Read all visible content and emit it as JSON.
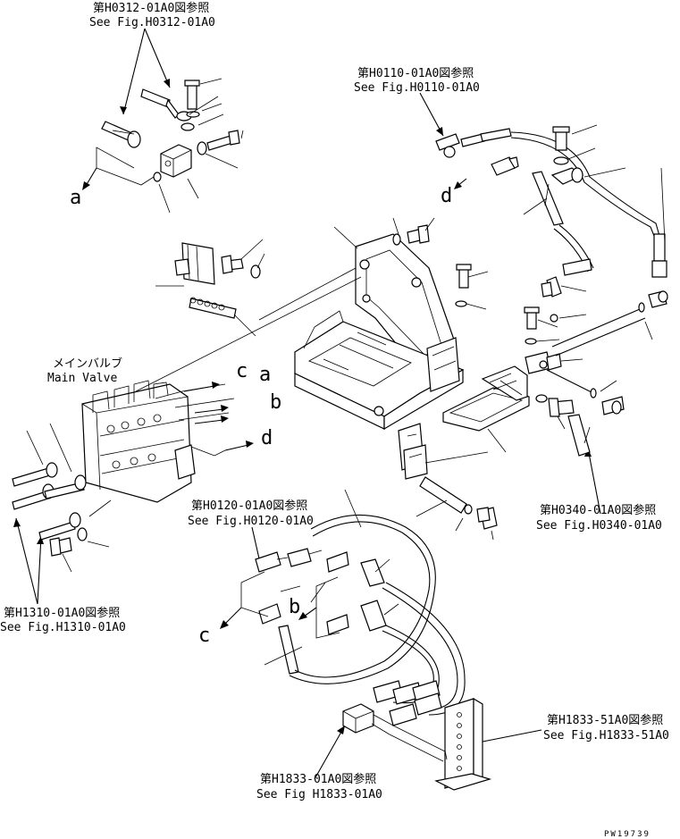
{
  "refs": {
    "h0312": {
      "jp": "第H0312-01A0図参照",
      "en": "See Fig.H0312-01A0"
    },
    "h0110": {
      "jp": "第H0110-01A0図参照",
      "en": "See Fig.H0110-01A0"
    },
    "h0120": {
      "jp": "第H0120-01A0図参照",
      "en": "See Fig.H0120-01A0"
    },
    "h0340": {
      "jp": "第H0340-01A0図参照",
      "en": "See Fig.H0340-01A0"
    },
    "h1310": {
      "jp": "第H1310-01A0図参照",
      "en": "See Fig.H1310-01A0"
    },
    "h1833_51": {
      "jp": "第H1833-51A0図参照",
      "en": "See Fig.H1833-51A0"
    },
    "h1833_01": {
      "jp": "第H1833-01A0図参照",
      "en": "See Fig H1833-01A0"
    }
  },
  "main_valve": {
    "jp": "メインバルブ",
    "en": "Main Valve"
  },
  "letters": {
    "a": "a",
    "b": "b",
    "c": "c",
    "d": "d"
  },
  "drawing_no": "PW19739"
}
